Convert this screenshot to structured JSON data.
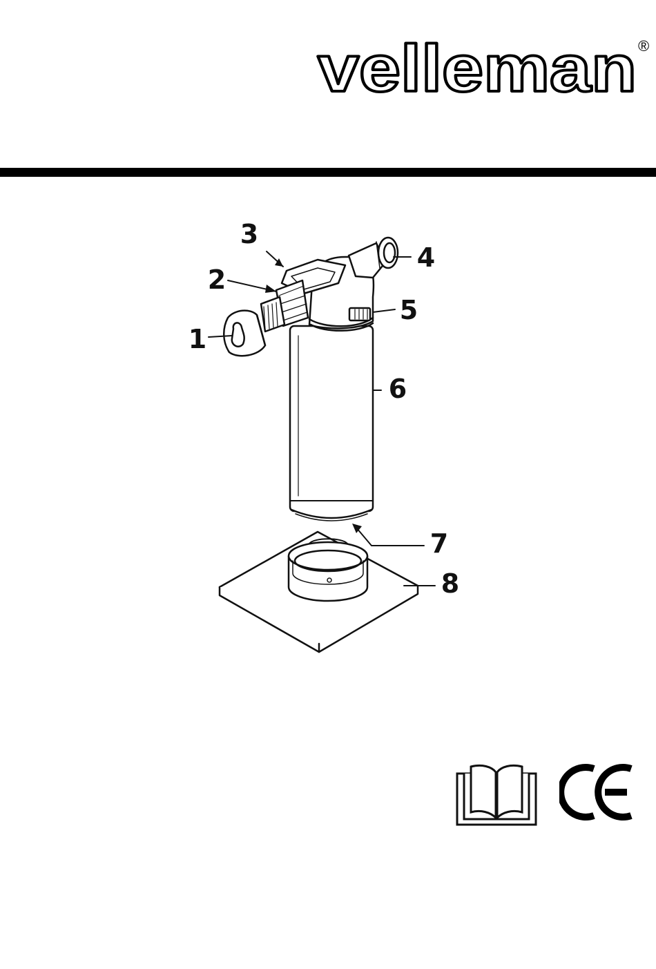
{
  "brand": {
    "name": "velleman",
    "mark": "®"
  },
  "figure": {
    "callouts": [
      {
        "id": "1",
        "label": "1"
      },
      {
        "id": "2",
        "label": "2"
      },
      {
        "id": "3",
        "label": "3"
      },
      {
        "id": "4",
        "label": "4"
      },
      {
        "id": "5",
        "label": "5"
      },
      {
        "id": "6",
        "label": "6"
      },
      {
        "id": "7",
        "label": "7"
      },
      {
        "id": "8",
        "label": "8"
      }
    ]
  },
  "icons": {
    "manual": "open-book-icon",
    "conformity": "ce-mark-icon"
  }
}
